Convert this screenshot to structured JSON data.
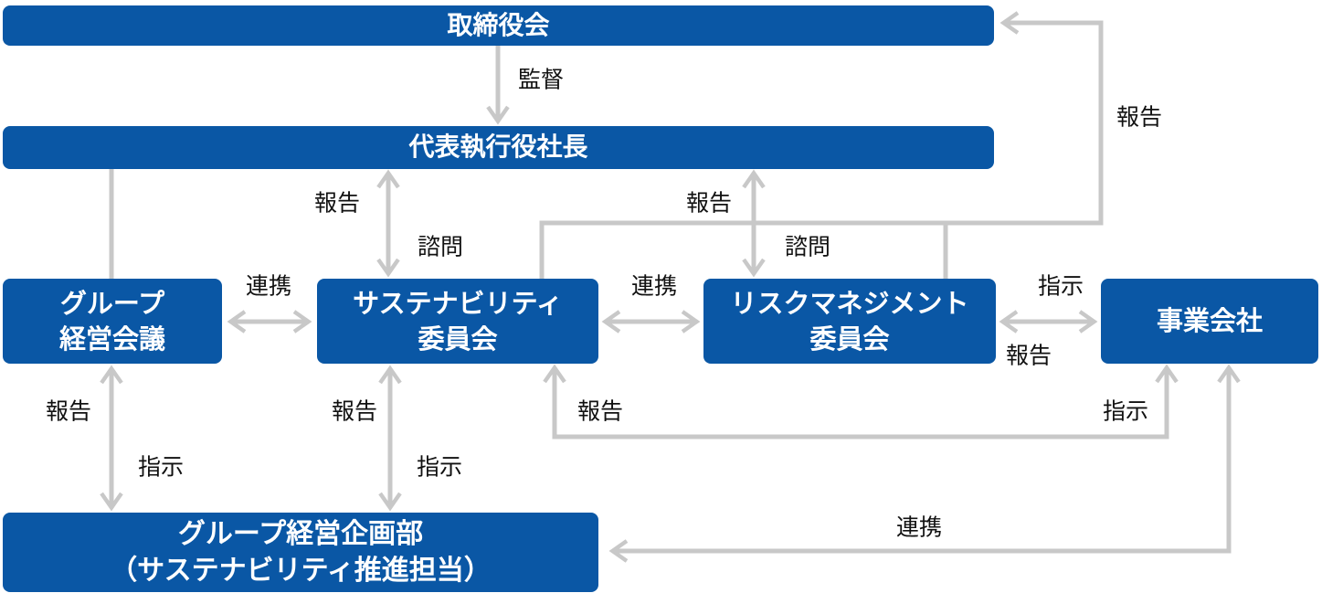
{
  "diagram_title": "governance-structure-diagram",
  "colors": {
    "box_fill": "#0a57a5",
    "box_text": "#ffffff",
    "arrow": "#c8c8c8",
    "label_text": "#111111",
    "bg": "#ffffff"
  },
  "nodes": {
    "board": {
      "label": "取締役会"
    },
    "president": {
      "label": "代表執行役社長"
    },
    "group_management": {
      "line1": "グループ",
      "line2": "経営会議"
    },
    "sustainability_committee": {
      "line1": "サステナビリティ",
      "line2": "委員会"
    },
    "risk_committee": {
      "line1": "リスクマネジメント",
      "line2": "委員会"
    },
    "business_companies": {
      "label": "事業会社"
    },
    "planning_dept": {
      "line1": "グループ経営企画部",
      "line2": "（サステナビリティ推進担当）"
    }
  },
  "edge_labels": {
    "board_supervises_president": "監督",
    "sus_reports_president": "報告",
    "president_consults_sus": "諮問",
    "risk_reports_president": "報告",
    "president_consults_risk": "諮問",
    "committees_report_board": "報告",
    "group_sus_collaboration": "連携",
    "sus_risk_collaboration": "連携",
    "risk_instructs_business": "指示",
    "business_reports_risk": "報告",
    "planning_reports_group": "報告",
    "group_instructs_planning": "指示",
    "planning_reports_sus": "報告",
    "sus_instructs_planning": "指示",
    "business_reports_sus": "報告",
    "sus_instructs_business": "指示",
    "business_planning_collaboration": "連携"
  }
}
